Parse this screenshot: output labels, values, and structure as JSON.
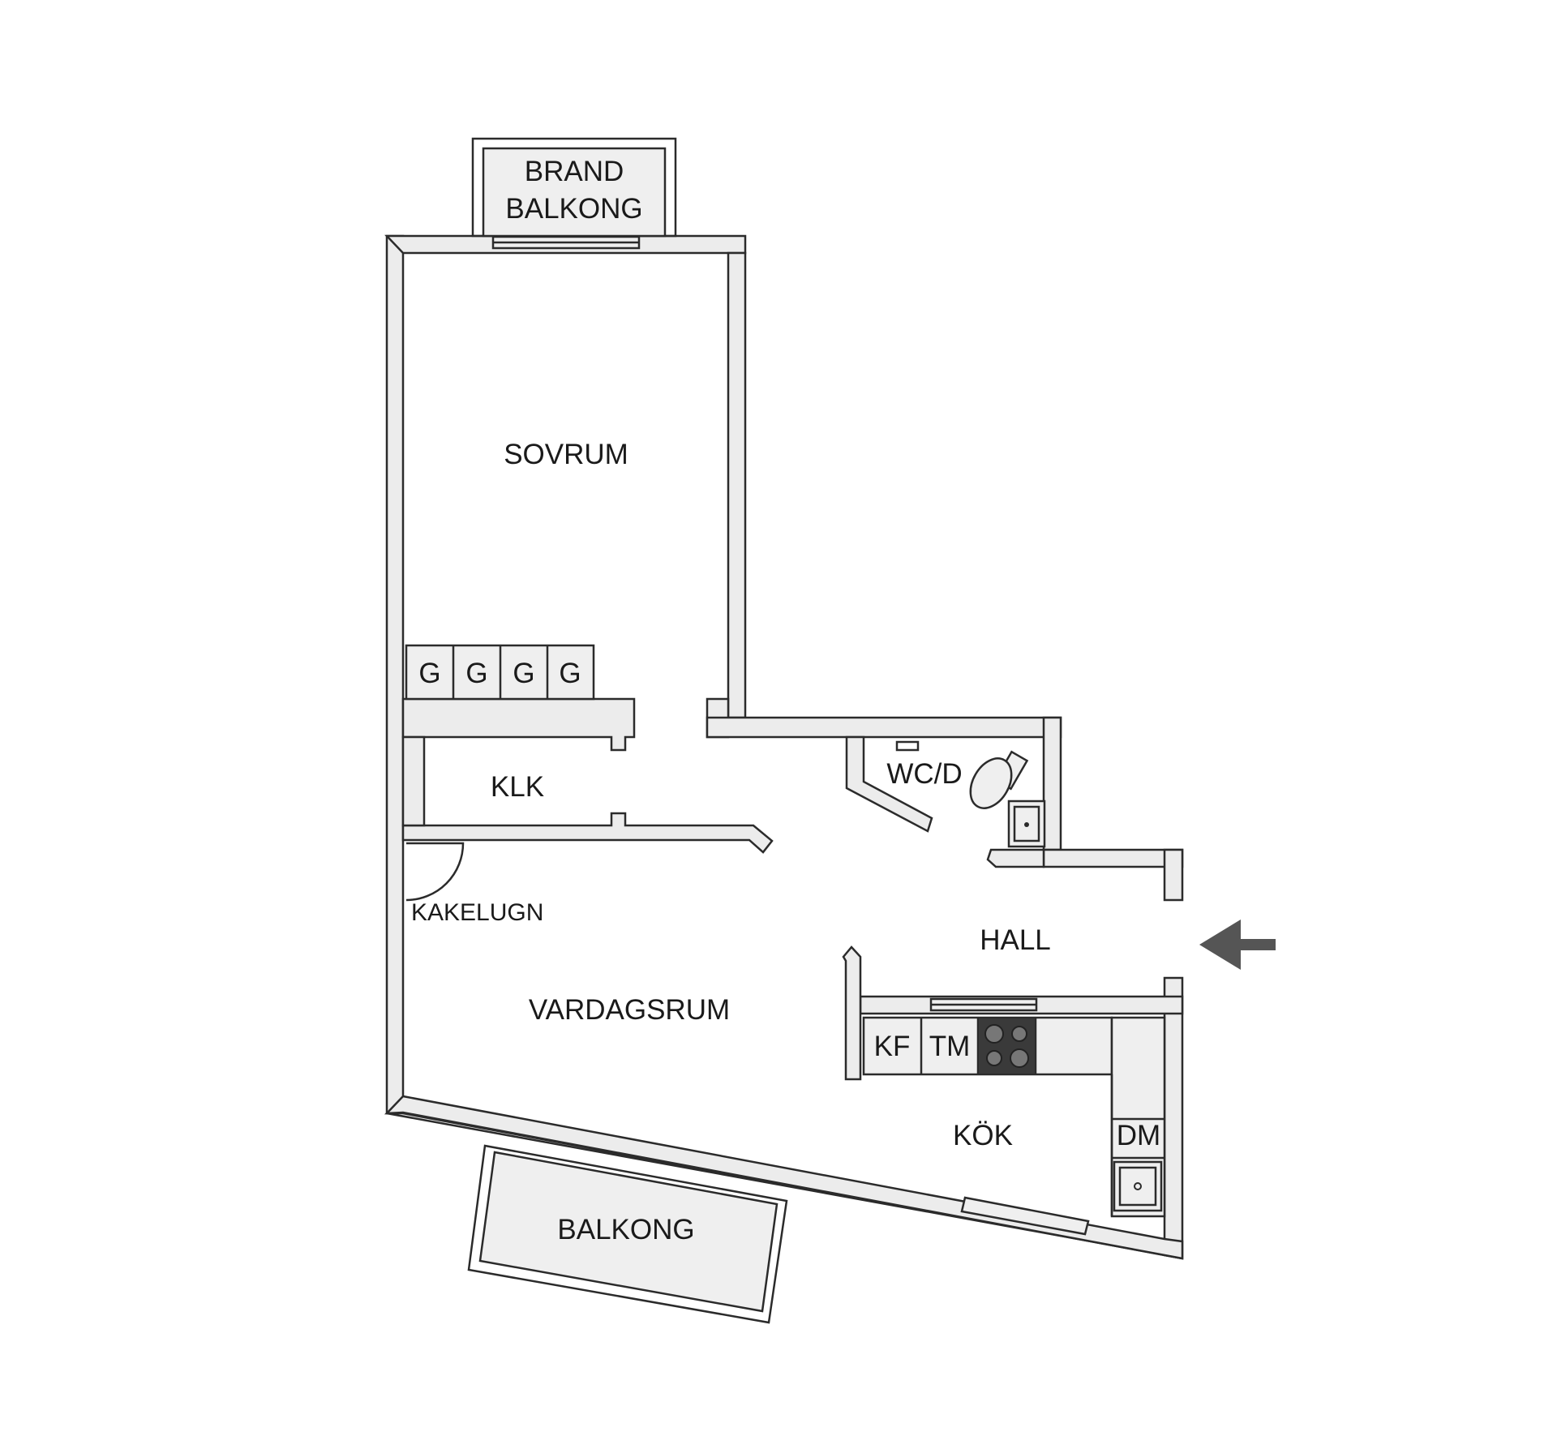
{
  "rooms": {
    "brand_balkong_line1": "BRAND",
    "brand_balkong_line2": "BALKONG",
    "sovrum": "SOVRUM",
    "klk": "KLK",
    "wcd": "WC/D",
    "hall": "HALL",
    "kakelugn": "KAKELUGN",
    "vardagsrum": "VARDAGSRUM",
    "kok": "KÖK",
    "balkong": "BALKONG"
  },
  "fixtures": {
    "wardrobes": [
      "G",
      "G",
      "G",
      "G"
    ],
    "kf": "KF",
    "tm": "TM",
    "dm": "DM"
  },
  "colors": {
    "wall_fill": "#ececec",
    "line": "#2b2b2b",
    "arrow": "#555555",
    "stove": "#3a3a3a"
  },
  "icons": [
    "entrance-arrow-icon",
    "toilet-icon",
    "sink-icon",
    "stove-icon",
    "window-icon",
    "door-swing-icon"
  ]
}
